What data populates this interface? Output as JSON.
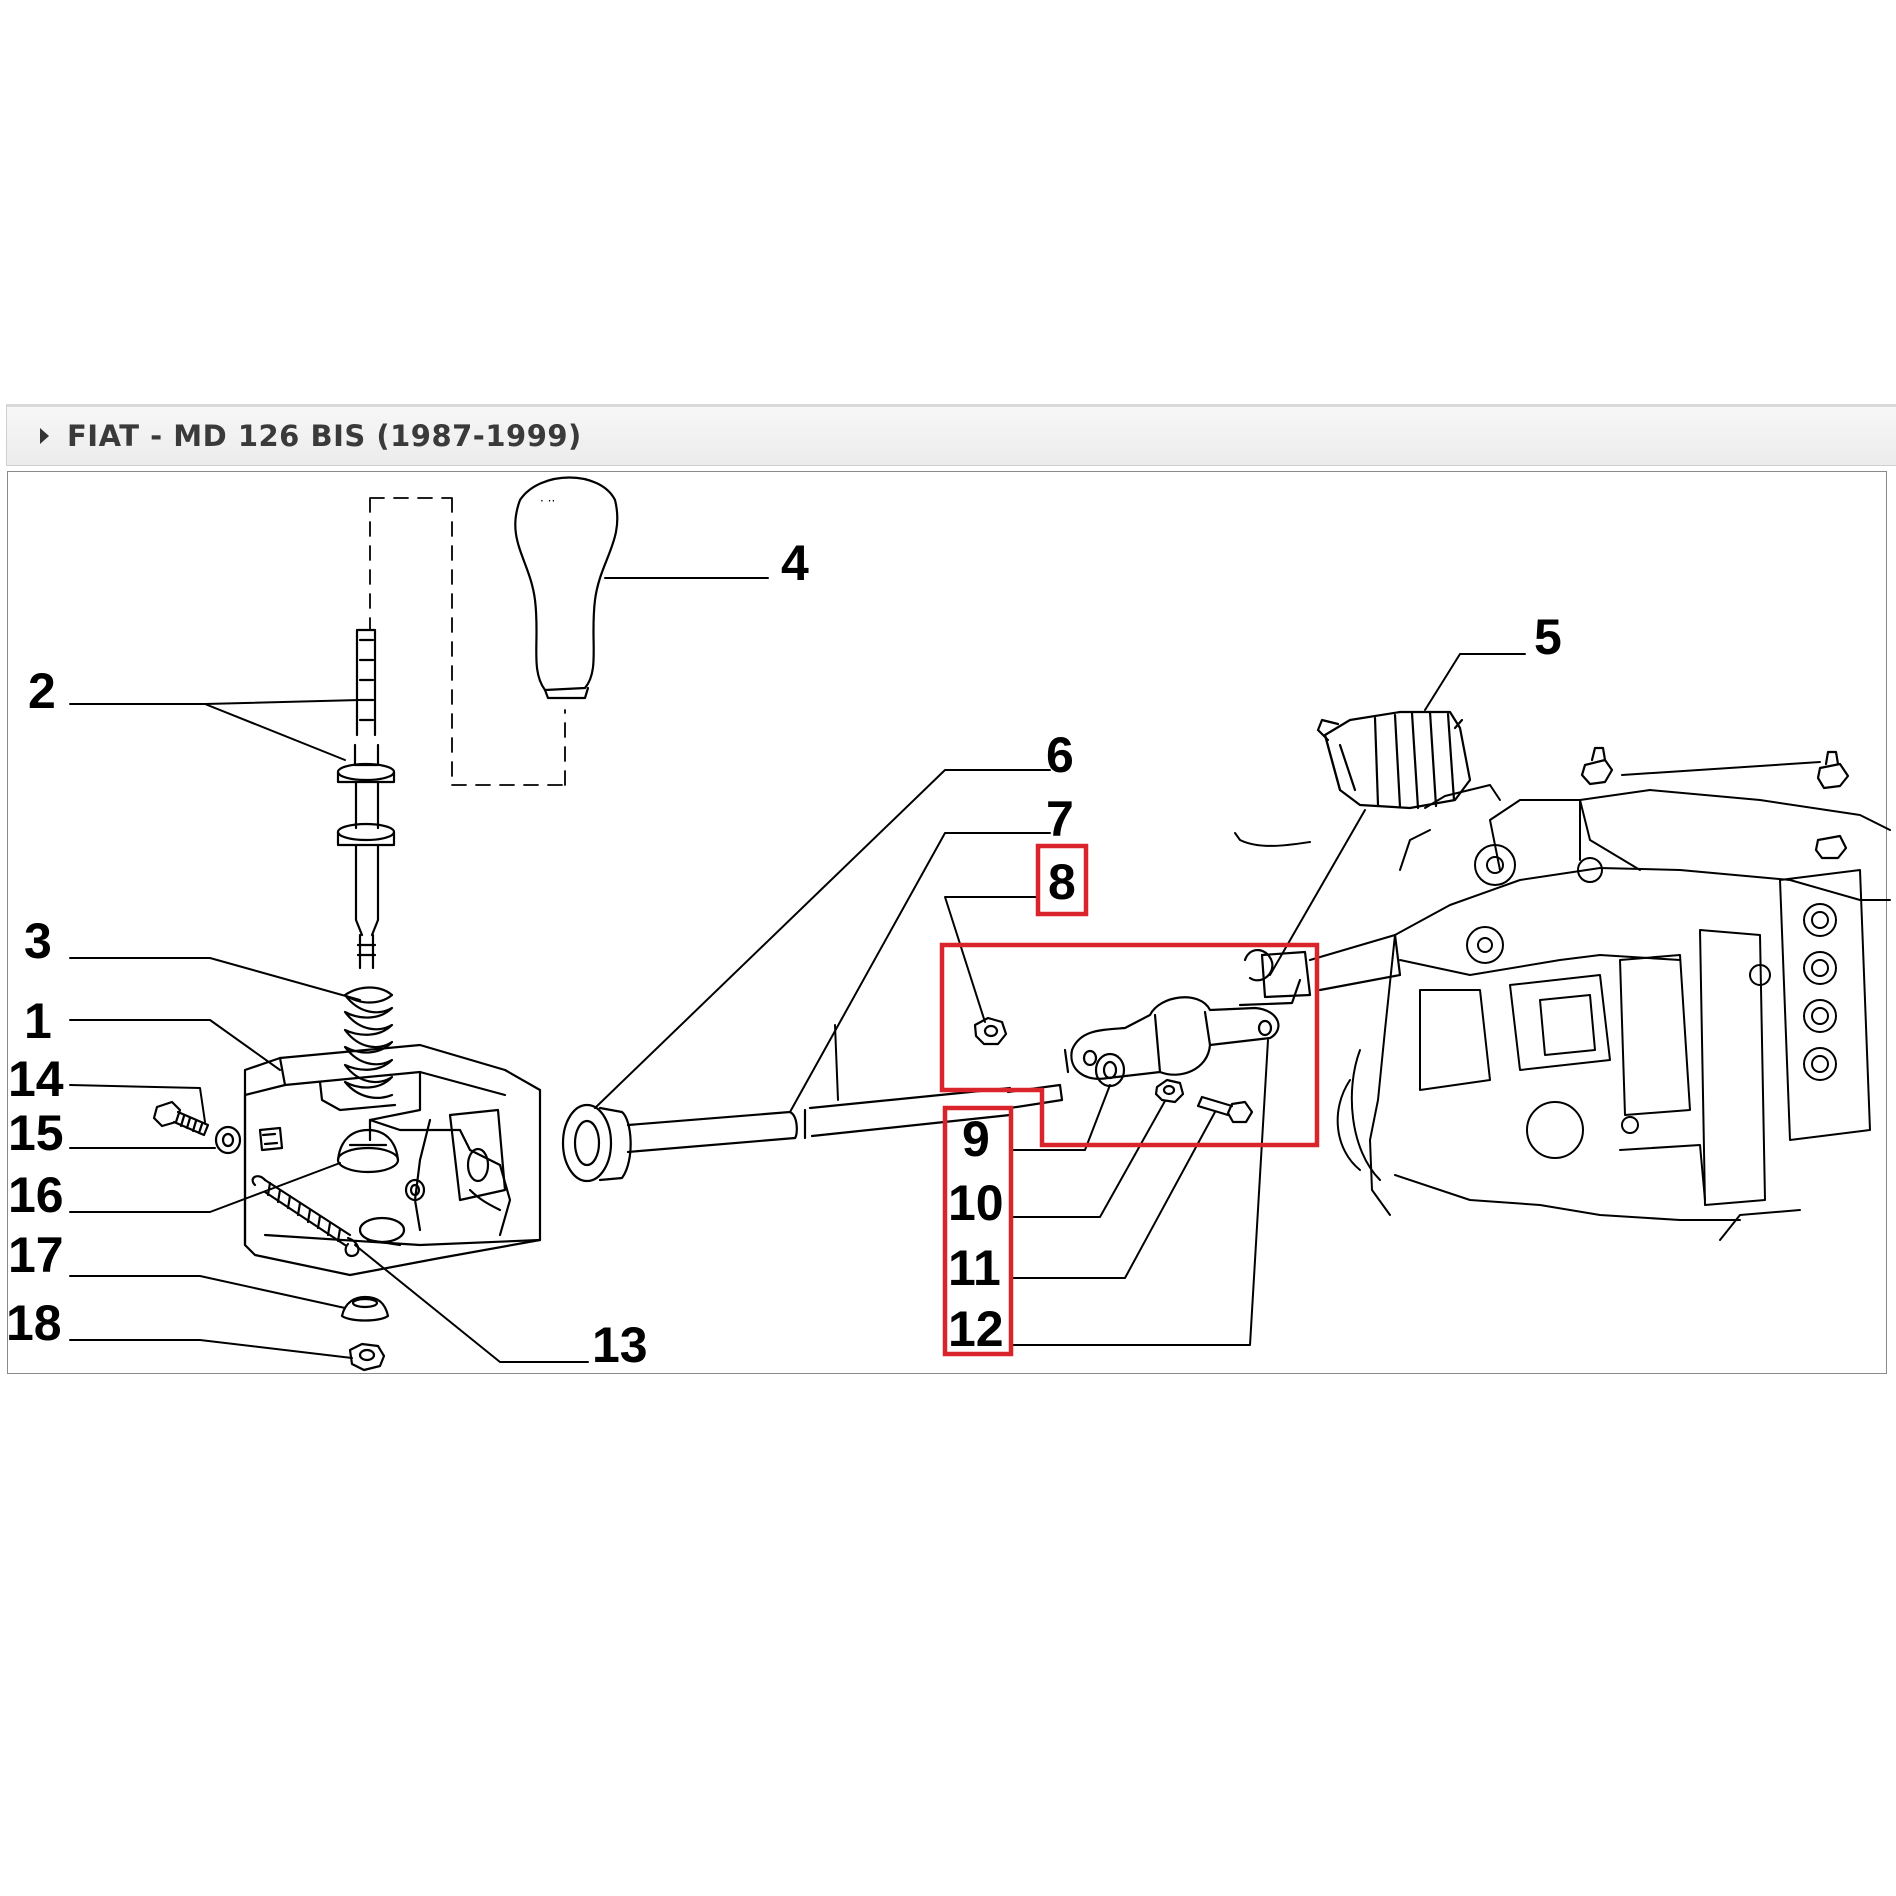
{
  "header": {
    "title": "FIAT - MD 126 BIS (1987-1999)",
    "icon": "caret-right-icon"
  },
  "diagram": {
    "part_numbers": [
      "1",
      "2",
      "3",
      "4",
      "5",
      "6",
      "7",
      "8",
      "9",
      "10",
      "11",
      "12",
      "13",
      "14",
      "15",
      "16",
      "17",
      "18"
    ],
    "highlight_color": "#d9242b"
  }
}
